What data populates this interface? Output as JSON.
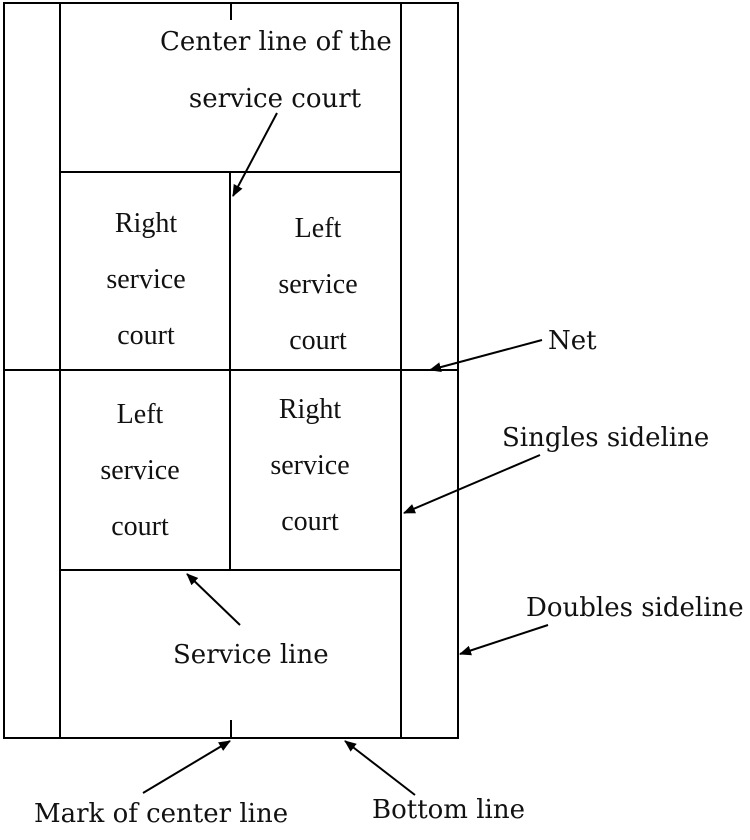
{
  "labels": {
    "center_line_line1": "Center line of the",
    "center_line_line2": "service court",
    "net": "Net",
    "singles_sideline": "Singles sideline",
    "doubles_sideline": "Doubles sideline",
    "service_line": "Service line",
    "mark_center_line": "Mark of center line",
    "bottom_line": "Bottom line"
  },
  "service_courts": {
    "top_left": [
      "Right",
      "service",
      "court"
    ],
    "top_right": [
      "Left",
      "service",
      "court"
    ],
    "bottom_left": [
      "Left",
      "service",
      "court"
    ],
    "bottom_right": [
      "Right",
      "service",
      "court"
    ]
  }
}
